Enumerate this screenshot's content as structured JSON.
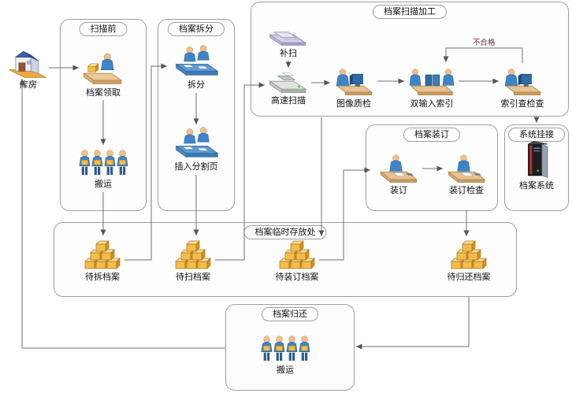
{
  "groups": {
    "pre_scan": "扫描前",
    "archive_split": "档案拆分",
    "scan_process": "档案扫描加工",
    "archive_binding": "档案装订",
    "system_link": "系统挂接",
    "temp_storage": "档案临时存放处",
    "archive_return": "档案归还"
  },
  "nodes": {
    "warehouse": "库房",
    "receive": "档案领取",
    "transport1": "搬运",
    "split": "拆分",
    "insert_divider": "插入分割页",
    "supplement_scan": "补扫",
    "highspeed_scan": "高速扫描",
    "image_check": "图像质检",
    "double_index": "双输入索引",
    "index_check": "索引查检查",
    "binding": "装订",
    "binding_check": "装订检查",
    "archive_system": "档案系统",
    "pending_split": "待拆档案",
    "pending_scan": "待扫档案",
    "pending_binding": "待装订档案",
    "pending_return": "待归还档案",
    "transport2": "搬运"
  },
  "edge_labels": {
    "unqualified": "不合格"
  },
  "colors": {
    "line": "#707070",
    "arrow": "#555555",
    "box_border": "#9aa0a6",
    "carton": "#f6bc4a",
    "figure": "#3d85c8"
  }
}
